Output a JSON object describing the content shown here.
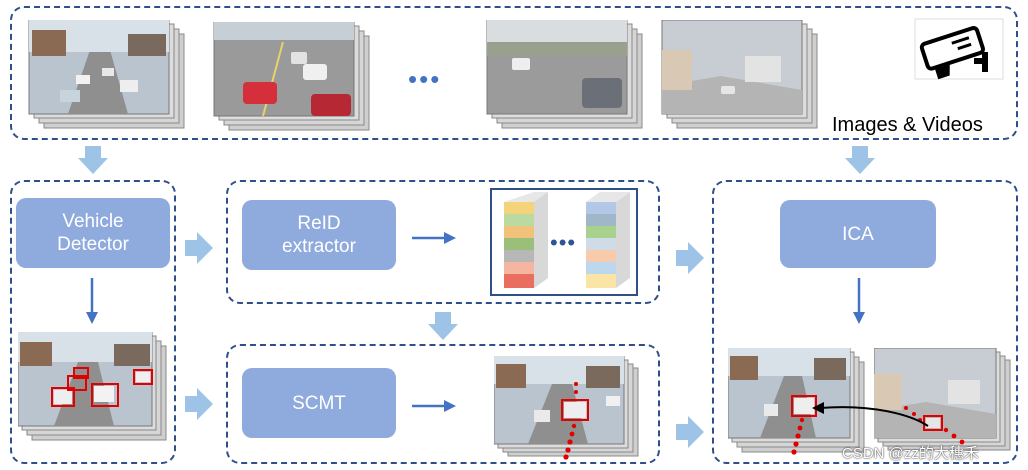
{
  "top_label": "Images & Videos",
  "ellipsis": "•••",
  "nodes": {
    "vehicle_detector": "Vehicle\nDetector",
    "reid_extractor": "ReID\nextractor",
    "scmt": "SCMT",
    "ica": "ICA"
  },
  "feature_ellipsis": "•••",
  "watermark": "CSDN @zz的大穗禾",
  "colors": {
    "dashed_border": "#2f4f8a",
    "node_fill": "#8faadc",
    "flow_arrow": "#9dc3e6",
    "line_arrow": "#4472c4",
    "detection_box": "#e00000",
    "trajectory": "#e00000"
  }
}
